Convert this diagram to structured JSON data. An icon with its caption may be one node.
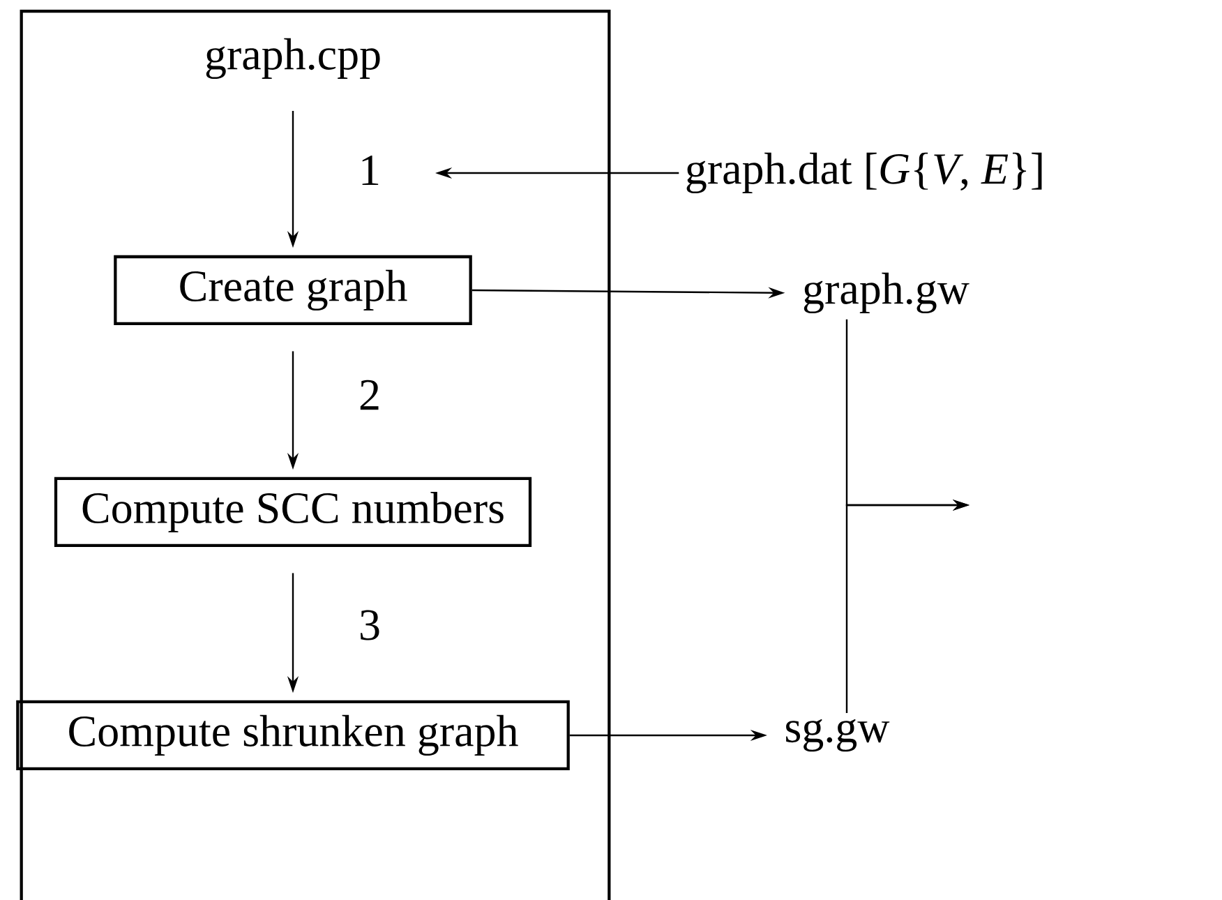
{
  "diagram": {
    "nodes": [
      {
        "text": [],
        "shape": "box"
      },
      {
        "text": [
          "graph.cpp"
        ],
        "in": 0
      },
      {
        "text": [
          "Create graph"
        ],
        "in": 0
      },
      {
        "text": [
          "Compute SCC numbers"
        ],
        "in": 0
      },
      {
        "text": [
          "Compute shrunken graph"
        ],
        "in": 0
      },
      {
        "text": [
          "graph.dat [*G*{*V*, *E*}]"
        ]
      },
      {
        "text": [
          "graph.gw"
        ]
      },
      {
        "text": [
          "sg.gw"
        ]
      }
    ],
    "edges": [
      {
        "from": 1,
        "to": 2,
        "arrow": "to",
        "label": "1"
      },
      {
        "from": 2,
        "to": 3,
        "arrow": "to",
        "label": "2"
      },
      {
        "from": 3,
        "to": 4,
        "arrow": "to",
        "label": "3"
      },
      {
        "from": 5,
        "to": null,
        "arrow": "to"
      },
      {
        "from": 2,
        "to": 6,
        "arrow": "to"
      },
      {
        "from": 4,
        "to": 7,
        "arrow": "to"
      },
      {
        "from": 6,
        "to": null,
        "arrow": "to"
      },
      {
        "from": 7,
        "to": null,
        "arrow": "to"
      }
    ]
  }
}
